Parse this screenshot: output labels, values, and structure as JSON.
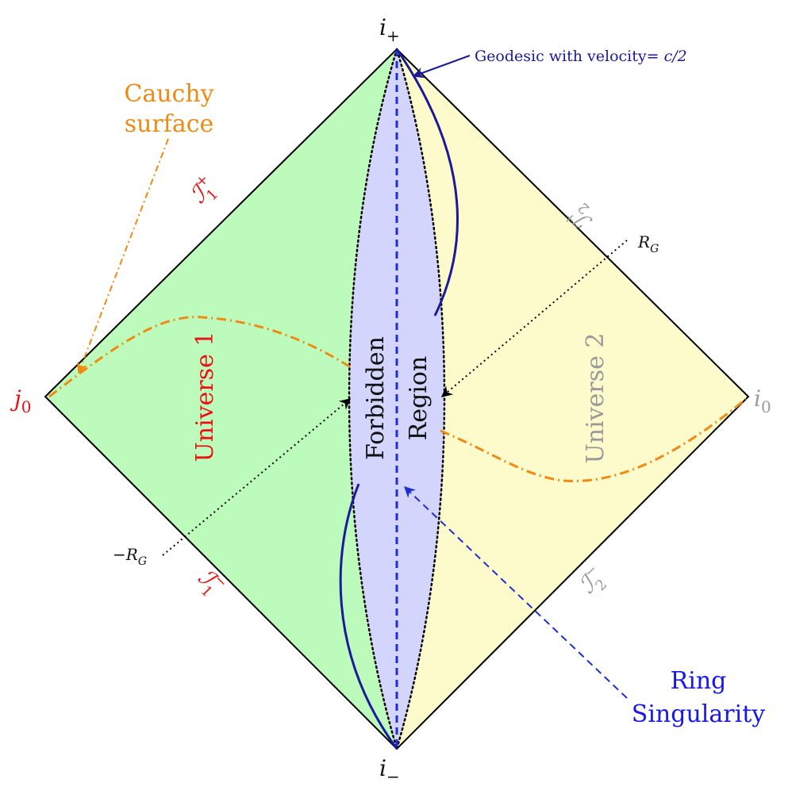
{
  "colors": {
    "universe1_fill": "#bdfbbd",
    "universe2_fill": "#fdfacb",
    "forbidden_fill": "#d3d5fc",
    "boundary": "#000000",
    "geodesic": "#1a1a9a",
    "axis_dashed": "#1c2fd6",
    "cauchy": "#f08a12",
    "ring_label": "#1717f0",
    "universe1_text": "#ee1111",
    "universe2_text": "#9a9a9a",
    "dark_text": "#111111",
    "geodesic_label": "#1a1a9a"
  },
  "vertices": {
    "top": {
      "base": "i",
      "sub": "+"
    },
    "bottom": {
      "base": "i",
      "sub": "−"
    },
    "left": {
      "base": "j",
      "sub": "0"
    },
    "right": {
      "base": "i",
      "sub": "0"
    }
  },
  "scri": {
    "upper_left": {
      "base": "ℐ",
      "sub": "1",
      "sup": "+"
    },
    "lower_left": {
      "base": "ℐ",
      "sub": "1",
      "sup": "−"
    },
    "upper_right": {
      "base": "ℐ",
      "sub": "2",
      "sup": "+"
    },
    "lower_right": {
      "base": "ℐ",
      "sub": "2",
      "sup": "−"
    }
  },
  "regions": {
    "universe1": "Universe 1",
    "universe2": "Universe 2",
    "forbidden_line1": "Forbidden",
    "forbidden_line2": "Region"
  },
  "annotations": {
    "geodesic_text": "Geodesic with velocity= ",
    "geodesic_value": "c/2",
    "cauchy_line1": "Cauchy",
    "cauchy_line2": "surface",
    "ring_line1": "Ring",
    "ring_line2": "Singularity",
    "rg_positive": {
      "base": "R",
      "sub": "G"
    },
    "rg_negative": {
      "prefix": "−",
      "base": "R",
      "sub": "G"
    }
  }
}
